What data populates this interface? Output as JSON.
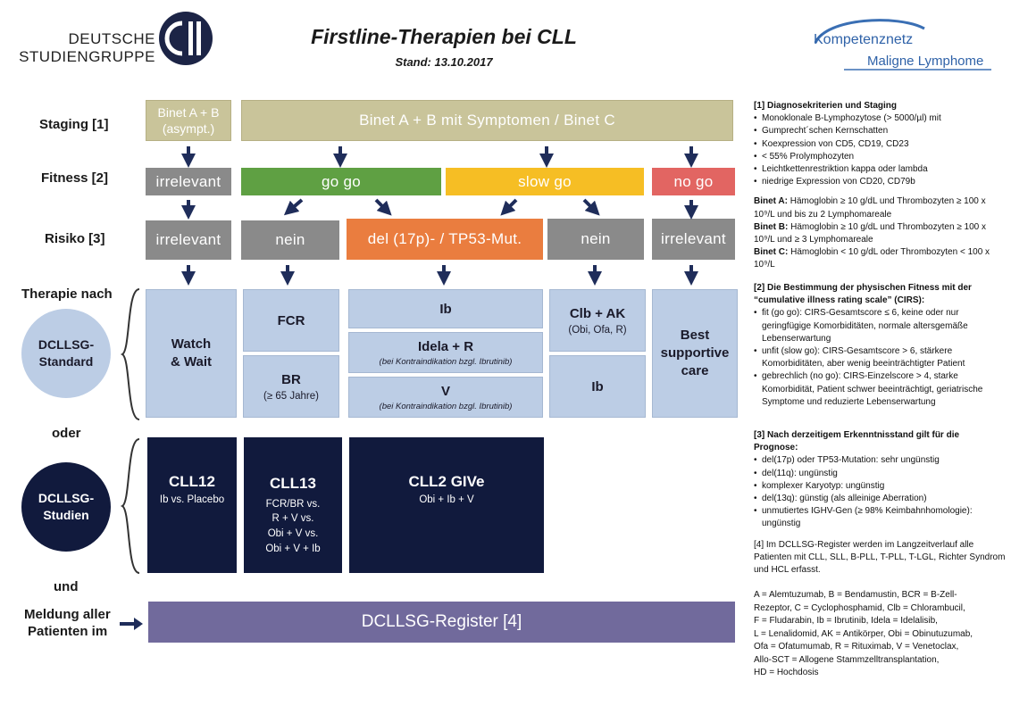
{
  "header": {
    "logo_left_line1": "DEUTSCHE",
    "logo_left_line2": "STUDIENGRUPPE",
    "logo_left_mark": "CLL",
    "title": "Firstline-Therapien bei CLL",
    "date": "Stand: 13.10.2017",
    "logo_right_line1": "Kompetenznetz",
    "logo_right_line2": "Maligne Lymphome"
  },
  "row_labels": {
    "staging": "Staging [1]",
    "fitness": "Fitness [2]",
    "risiko": "Risiko [3]",
    "therapie": "Therapie nach",
    "oder": "oder",
    "und": "und",
    "meldung_line1": "Meldung aller",
    "meldung_line2": "Patienten im"
  },
  "circles": {
    "standard_line1": "DCLLSG-",
    "standard_line2": "Standard",
    "studien_line1": "DCLLSG-",
    "studien_line2": "Studien"
  },
  "staging": {
    "asympt_line1": "Binet A + B",
    "asympt_line2": "(asympt.)",
    "symptomatic": "Binet A + B mit Symptomen / Binet C"
  },
  "fitness": {
    "irrelevant": "irrelevant",
    "gogo": "go go",
    "slowgo": "slow go",
    "nogo": "no go"
  },
  "risiko": {
    "irrelevant_left": "irrelevant",
    "nein_left": "nein",
    "del17p": "del (17p)- / TP53-Mut.",
    "nein_right": "nein",
    "irrelevant_right": "irrelevant"
  },
  "standard": {
    "watch_line1": "Watch",
    "watch_line2": "& Wait",
    "fcr": "FCR",
    "br": "BR",
    "br_sub": "(≥ 65 Jahre)",
    "ib": "Ib",
    "idela": "Idela + R",
    "idela_sub": "(bei Kontraindikation bzgl. Ibrutinib)",
    "v": "V",
    "v_sub": "(bei Kontraindikation bzgl. Ibrutinib)",
    "clb": "Clb + AK",
    "clb_sub": "(Obi, Ofa, R)",
    "ib_right": "Ib",
    "bsc_line1": "Best",
    "bsc_line2": "supportive",
    "bsc_line3": "care"
  },
  "studies": {
    "cll12_title": "CLL12",
    "cll12_sub": "Ib vs. Placebo",
    "cll13_title": "CLL13",
    "cll13_l1": "FCR/BR vs.",
    "cll13_l2": "R + V  vs.",
    "cll13_l3": "Obi + V  vs.",
    "cll13_l4": "Obi  + V + Ib",
    "cll2_title": "CLL2 GIVe",
    "cll2_sub": "Obi + Ib + V"
  },
  "register": {
    "label": "DCLLSG-Register [4]"
  },
  "notes": {
    "n1_title": "[1]  Diagnosekriterien und Staging",
    "n1_items": [
      "Monoklonale B-Lymphozytose (> 5000/µl) mit",
      "Gumprecht´schen Kernschatten",
      "Koexpression von CD5, CD19, CD23",
      "< 55% Prolymphozyten",
      "Leichtkettenrestriktion kappa oder lambda",
      "niedrige Expression von CD20, CD79b"
    ],
    "binet_a_label": "Binet A:",
    "binet_a_text": " Hämoglobin ≥ 10 g/dL und Thrombozyten ≥ 100 x 10⁹/L und bis zu 2 Lymphomareale",
    "binet_b_label": "Binet B:",
    "binet_b_text": " Hämoglobin ≥ 10 g/dL und Thrombozyten ≥ 100 x 10⁹/L und ≥ 3 Lymphomareale",
    "binet_c_label": "Binet C:",
    "binet_c_text": " Hämoglobin < 10 g/dL oder Thrombozyten  < 100 x 10⁹/L",
    "n2_title": "[2]  Die Bestimmung der physischen Fitness mit der “cumulative illness rating scale” (CIRS):",
    "n2_items": [
      "fit (go go): CIRS-Gesamtscore ≤ 6, keine oder nur geringfügige Komorbiditäten, normale altersgemäße Lebenserwartung",
      "unfit (slow go): CIRS-Gesamtscore > 6, stärkere Komorbiditäten, aber wenig beeinträchtigter Patient",
      "gebrechlich (no go): CIRS-Einzelscore > 4, starke Komorbidität, Patient schwer beeinträchtigt, geriatrische Symptome und reduzierte Lebenserwartung"
    ],
    "n3_title": "[3]  Nach derzeitigem Erkenntnisstand gilt für die Prognose:",
    "n3_items": [
      "del(17p) oder TP53-Mutation: sehr ungünstig",
      "del(11q): ungünstig",
      "komplexer Karyotyp: ungünstig",
      "del(13q): günstig (als alleinige Aberration)",
      "unmutiertes IGHV-Gen (≥ 98% Keimbahnhomologie): ungünstig"
    ],
    "n4_text": "[4]  Im DCLLSG-Register werden im Langzeitverlauf alle Patienten mit CLL, SLL, B-PLL, T-PLL, T-LGL, Richter Syndrom und HCL erfasst.",
    "abbr_lines": [
      "A = Alemtuzumab, B = Bendamustin, BCR = B-Zell-",
      "Rezeptor, C = Cyclophosphamid, Clb = Chlorambucil,",
      "F = Fludarabin, Ib = Ibrutinib, Idela = Idelalisib,",
      "L = Lenalidomid, AK = Antikörper, Obi = Obinutuzumab,",
      "Ofa = Ofatumumab, R = Rituximab,  V = Venetoclax,",
      "Allo-SCT = Allogene Stammzelltransplantation,",
      "HD = Hochdosis"
    ]
  },
  "colors": {
    "khaki": "#c9c49a",
    "gray": "#8a8a8a",
    "green": "#5fa043",
    "yellow": "#f6be24",
    "red": "#e26562",
    "orange": "#ea7d3f",
    "lightblue": "#bccde5",
    "navy": "#111a3d",
    "violet": "#716a9c"
  }
}
